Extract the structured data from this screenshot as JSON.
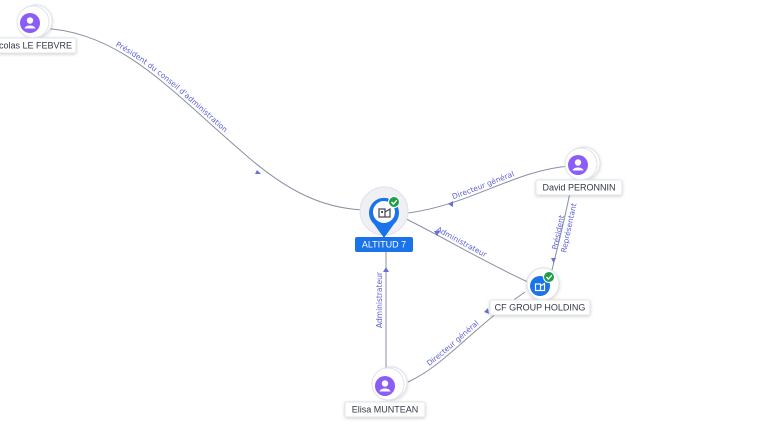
{
  "colors": {
    "person": "#8b5cf6",
    "company": "#1a73e8",
    "verified": "#1e9e4a",
    "edge": "#8a8fa3",
    "edge_label": "#5b5fd6"
  },
  "nodes": {
    "nicolas": {
      "label": "colas LE FEBVRE",
      "icon": "person-icon"
    },
    "david": {
      "label": "David PERONNIN",
      "icon": "person-icon"
    },
    "altitud": {
      "label": "ALTITUD 7",
      "icon": "building-icon",
      "badge": "check-icon"
    },
    "cfgroup": {
      "label": "CF GROUP HOLDING",
      "icon": "building-icon",
      "badge": "check-icon"
    },
    "elisa": {
      "label": "Elisa MUNTEAN",
      "icon": "person-icon"
    }
  },
  "edges": {
    "nicolas_altitud": "Président du conseil d'administration",
    "david_altitud": "Directeur général",
    "cfgroup_altitud": "Administrateur",
    "david_cfgroup": "Président",
    "david_cfgroup_2": "Représentant",
    "elisa_altitud": "Administrateur",
    "elisa_cfgroup": "Directeur général"
  }
}
